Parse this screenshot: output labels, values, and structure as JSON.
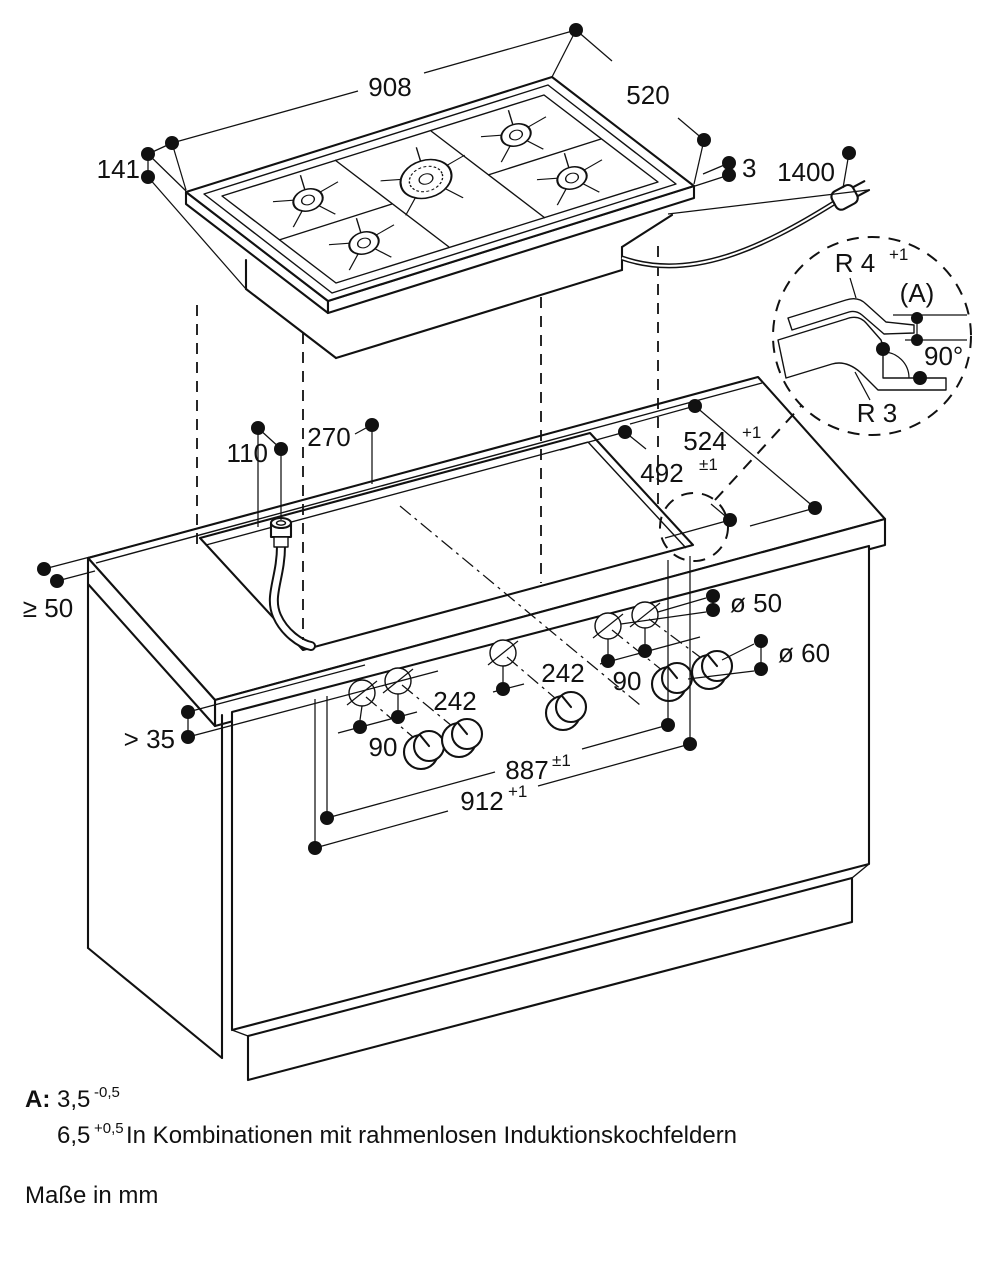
{
  "cooktop": {
    "dim_width": "908",
    "dim_depth": "520",
    "dim_height": "141",
    "dim_edge": "3",
    "dim_cable": "1400"
  },
  "detail": {
    "radius_top": "R 4",
    "radius_top_sup": "+1",
    "ref_label": "(A)",
    "angle": "90°",
    "radius_bottom": "R 3"
  },
  "worktop": {
    "dim_110": "110",
    "dim_270": "270",
    "dim_524": "524",
    "dim_524_sup": "+1",
    "dim_492": "492",
    "dim_492_sup": "±1",
    "dim_side": "≥ 50",
    "dim_front": "> 35"
  },
  "controls": {
    "dia_hole": "ø 50",
    "dia_knob": "ø 60",
    "dim_90_left": "90",
    "dim_90_right": "90",
    "dim_242_left": "242",
    "dim_242_right": "242",
    "dim_887": "887",
    "dim_887_sup": "±1",
    "dim_912": "912",
    "dim_912_sup": "+1"
  },
  "legend": {
    "a_label": "A:",
    "a_value1": "3,5",
    "a_value1_sup": "-0,5",
    "a_value2": "6,5",
    "a_value2_sup": "+0,5",
    "a_text": "In Kombinationen mit rahmenlosen Induktionskochfeldern",
    "units_note": "Maße in mm"
  }
}
